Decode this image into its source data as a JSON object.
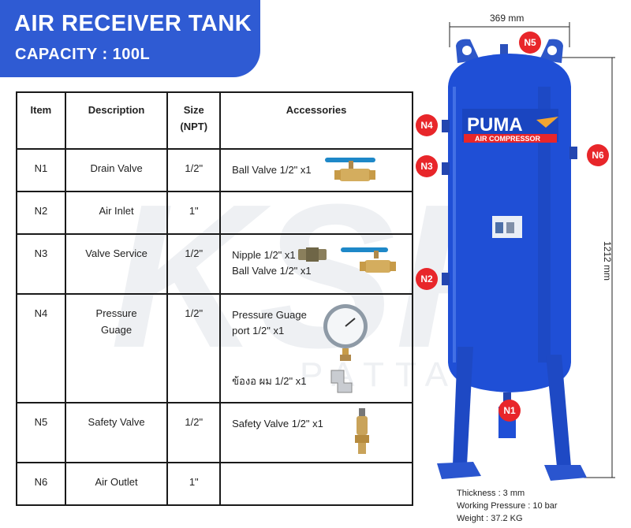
{
  "header": {
    "title": "AIR RECEIVER TANK",
    "capacity": "CAPACITY : 100L"
  },
  "table": {
    "headers": {
      "item": "Item",
      "description": "Description",
      "size_line1": "Size",
      "size_line2": "(NPT)",
      "accessories": "Accessories"
    },
    "rows": [
      {
        "item": "N1",
        "description": "Drain Valve",
        "size": "1/2\"",
        "acc1": "Ball Valve 1/2\" x1",
        "acc2": ""
      },
      {
        "item": "N2",
        "description": "Air Inlet",
        "size": "1\"",
        "acc1": "",
        "acc2": ""
      },
      {
        "item": "N3",
        "description": "Valve Service",
        "size": "1/2\"",
        "acc1": "Nipple 1/2\" x1",
        "acc2": "Ball Valve 1/2\"  x1"
      },
      {
        "item": "N4",
        "description_l1": "Pressure",
        "description_l2": "Guage",
        "size": "1/2\"",
        "acc1": "Pressure Guage",
        "acc2": "port 1/2\" x1",
        "acc3": "ข้องอ ผม 1/2\" x1"
      },
      {
        "item": "N5",
        "description": "Safety Valve",
        "size": "1/2\"",
        "acc1": "Safety Valve 1/2\"  x1"
      },
      {
        "item": "N6",
        "description": "Air Outlet",
        "size": "1\"",
        "acc1": ""
      }
    ]
  },
  "tank": {
    "brand": "PUMA",
    "brand_sub": "AIR COMPRESSOR",
    "width_label": "369 mm",
    "height_label": "1212 mm",
    "tags": [
      "N1",
      "N2",
      "N3",
      "N4",
      "N5",
      "N6"
    ]
  },
  "specs": {
    "thickness": "Thickness : 3 mm",
    "pressure": "Working Pressure : 10 bar",
    "weight": "Weight : 37.2 KG"
  },
  "colors": {
    "header": "#2f5bd3",
    "tank": "#1f4fd6",
    "tag": "#e8262a"
  }
}
